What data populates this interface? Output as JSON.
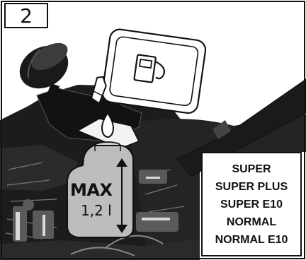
{
  "step": {
    "number": "2"
  },
  "reservoir": {
    "max_label": "MAX",
    "volume_label": "1,2 l"
  },
  "fuel_types": [
    "SUPER",
    "SUPER PLUS",
    "SUPER E10",
    "NORMAL",
    "NORMAL E10"
  ],
  "icons": {
    "cap": "reservoir-cap-icon",
    "canister": "fuel-canister-icon",
    "pump": "fuel-pump-icon",
    "drop": "fuel-drop-icon",
    "level_arrow": "level-arrow-icon"
  },
  "colors": {
    "line": "#111111",
    "reservoir_fill": "#bdbdbd",
    "engine_dark": "#1c1c1c",
    "engine_mid": "#3a3a3a"
  }
}
